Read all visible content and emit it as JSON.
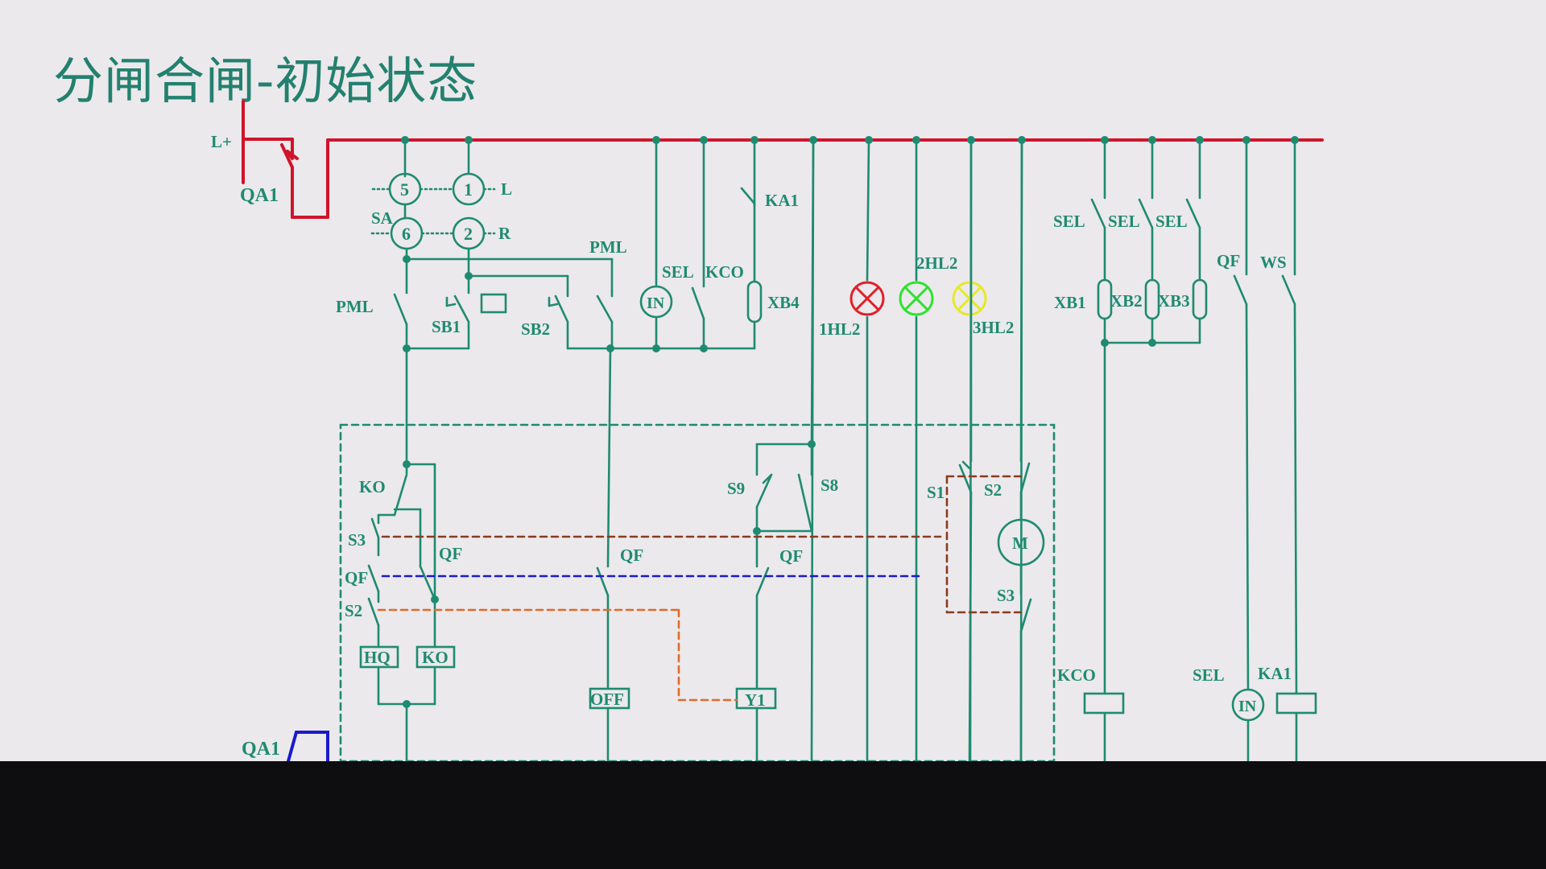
{
  "title": "分闸合闸-初始状态",
  "colors": {
    "background": "#ebe9eb",
    "wire": "#1f8a72",
    "bus": "#d0142b",
    "qa1_bottom": "#1a1acc",
    "title": "#23806f",
    "dash_brown": "#8a3a22",
    "dash_blue": "#1a1acc",
    "dash_orange": "#e06a2a",
    "lamp_red": "#e0202a",
    "lamp_green": "#2ee22e",
    "lamp_yellow": "#e6e82a",
    "bottom_bar": "#0e0d10"
  },
  "labels": {
    "l_plus": "L+",
    "qa1_top": "QA1",
    "qa1_bottom": "QA1",
    "sa": "SA",
    "sa_pos5": "5",
    "sa_pos1": "1",
    "sa_pos6": "6",
    "sa_pos2": "2",
    "sa_l": "L",
    "sa_r": "R",
    "pml_top": "PML",
    "pml_left": "PML",
    "sb1": "SB1",
    "sb2": "SB2",
    "sel_in": "SEL",
    "kco_top": "KCO",
    "in_top": "IN",
    "ka1_top": "KA1",
    "xb4": "XB4",
    "hl1": "1HL2",
    "hl2": "2HL2",
    "hl3": "3HL2",
    "sel1": "SEL",
    "sel2": "SEL",
    "sel3": "SEL",
    "xb1": "XB1",
    "xb2": "XB2",
    "xb3": "XB3",
    "qf_top": "QF",
    "ws": "WS",
    "ko_contact": "KO",
    "s3_left": "S3",
    "qf_left1": "QF",
    "qf_left2": "QF",
    "s2_left": "S2",
    "hq_box": "HQ",
    "ko_box": "KO",
    "qf_mid1": "QF",
    "off_box": "OFF",
    "s9": "S9",
    "s8": "S8",
    "qf_mid2": "QF",
    "y1_box": "Y1",
    "s1": "S1",
    "s2_right": "S2",
    "motor": "M",
    "s3_right": "S3",
    "kco_bottom": "KCO",
    "sel_bottom": "SEL",
    "in_bottom": "IN",
    "ka1_bottom": "KA1"
  }
}
